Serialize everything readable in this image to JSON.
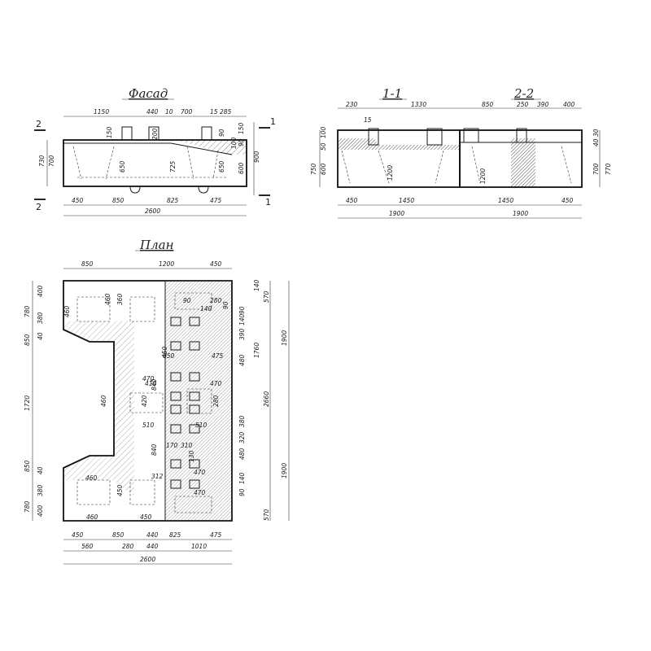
{
  "titles": {
    "facade": "Фасад",
    "section_1": "1-1",
    "section_2": "2-2",
    "plan": "План"
  },
  "facade": {
    "top_dims": [
      "1150",
      "440",
      "10",
      "700",
      "15",
      "285"
    ],
    "bottom_dims": [
      "450",
      "850",
      "825",
      "475"
    ],
    "total": "2600",
    "left_dims": [
      "730",
      "700"
    ],
    "right_dims": [
      "150",
      "90",
      "100",
      "650",
      "600",
      "900"
    ],
    "inner_dims": [
      "150",
      "200",
      "90",
      "650",
      "725"
    ],
    "section_marks": [
      "2",
      "2",
      "1",
      "1"
    ]
  },
  "section_1": {
    "top_dims": [
      "230",
      "1330"
    ],
    "bottom_dims": [
      "450",
      "1450"
    ],
    "total": "1900",
    "left_dims": [
      "750",
      "600",
      "100",
      "50"
    ],
    "inner_dims": [
      "15",
      "1200"
    ]
  },
  "section_2": {
    "top_dims": [
      "850",
      "250",
      "390",
      "400"
    ],
    "bottom_dims": [
      "1450",
      "450"
    ],
    "total": "1900",
    "right_dims": [
      "700",
      "770",
      "40",
      "30"
    ],
    "inner_dims": [
      "1200"
    ]
  },
  "plan": {
    "top_dims": [
      "850",
      "1200",
      "450"
    ],
    "bottom_row1": [
      "450",
      "850",
      "440",
      "825",
      "475"
    ],
    "bottom_row2": [
      "560",
      "280",
      "1010",
      "440"
    ],
    "total": "2600",
    "left_dims": [
      "780",
      "400",
      "380",
      "850",
      "40",
      "1720",
      "850",
      "40",
      "380",
      "780",
      "400"
    ],
    "right_dims": [
      "140",
      "570",
      "90",
      "140",
      "390",
      "1760",
      "480",
      "2660",
      "380",
      "320",
      "480",
      "140",
      "90",
      "570",
      "1900",
      "1900"
    ],
    "inner_dims": [
      "460",
      "460",
      "850",
      "475",
      "470",
      "410",
      "460",
      "510",
      "510",
      "310",
      "170",
      "140",
      "470",
      "450",
      "450",
      "460",
      "460",
      "360",
      "840",
      "420",
      "840",
      "280",
      "280",
      "312",
      "470",
      "470",
      "90",
      "130",
      "450",
      "90"
    ]
  }
}
